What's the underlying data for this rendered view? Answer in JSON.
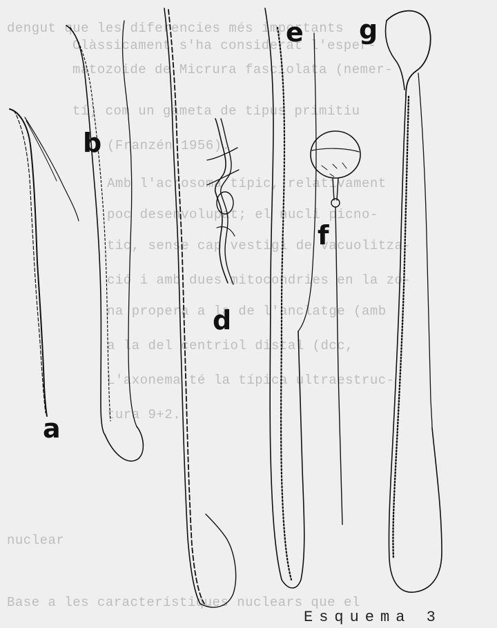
{
  "background_text": [
    "dengut que les diferencies més importants",
    "Clàssicament s'ha considerat l'esper-",
    "matozoide de Micrura fasciolata (nemer-",
    "tí) com un gàmeta de tipus primitiu",
    "(Franzén 1956).",
    "Amb l'acrosoma típic, relativament",
    "poc desenvolupat; el nucli picno-",
    "tic, sense cap vestigi de vacuolitza-",
    "ció i amb dues mitocondries en la zo-",
    "na propera a la de l'anclatge (amb",
    "a la del centriol distal (dcc,",
    "L'axonema té la típica ultraestruc-",
    "tura 9+2.",
    "nuclear",
    "Base a les característiques nuclears que el"
  ],
  "specimen_labels": [
    "a",
    "b",
    "d",
    "e",
    "f",
    "g"
  ],
  "caption": "Esquema 3",
  "colors": {
    "paper": "#efefef",
    "ink": "#111111",
    "bleed": "#bdbdbd"
  }
}
